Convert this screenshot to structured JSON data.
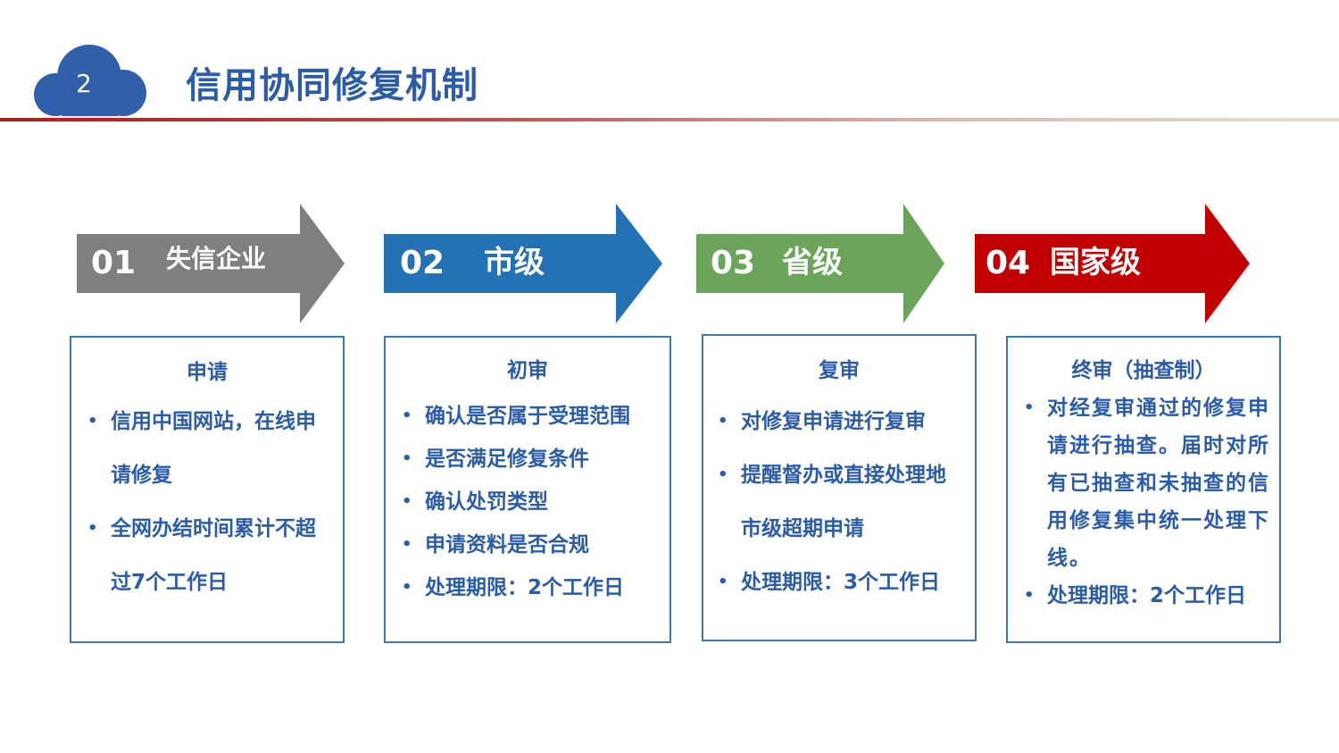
{
  "header": {
    "slide_number": "2",
    "title": "信用协同修复机制"
  },
  "steps": [
    {
      "num": "01",
      "label": "失信企业",
      "color": "#7f7f7f"
    },
    {
      "num": "02",
      "label": "市级",
      "color": "#2472b5"
    },
    {
      "num": "03",
      "label": "省级",
      "color": "#6aa55a"
    },
    {
      "num": "04",
      "label": "国家级",
      "color": "#c00000"
    }
  ],
  "cards": [
    {
      "title": "申请",
      "items": [
        "信用中国网站，在线申请修复",
        "全网办结时间累计不超过7个工作日"
      ]
    },
    {
      "title": "初审",
      "items": [
        "确认是否属于受理范围",
        "是否满足修复条件",
        "确认处罚类型",
        "申请资料是否合规",
        "处理期限：2个工作日"
      ]
    },
    {
      "title": "复审",
      "items": [
        "对修复申请进行复审",
        "提醒督办或直接处理地市级超期申请",
        "处理期限：3个工作日"
      ]
    },
    {
      "title": "终审（抽查制）",
      "items": [
        "对经复审通过的修复申请进行抽查。届时对所有已抽查和未抽查的信用修复集中统一处理下线。",
        "处理期限：2个工作日"
      ]
    }
  ],
  "colors": {
    "accent": "#2b5caa",
    "cloud": "#2f5eab",
    "card_border": "#3a7ab0"
  }
}
